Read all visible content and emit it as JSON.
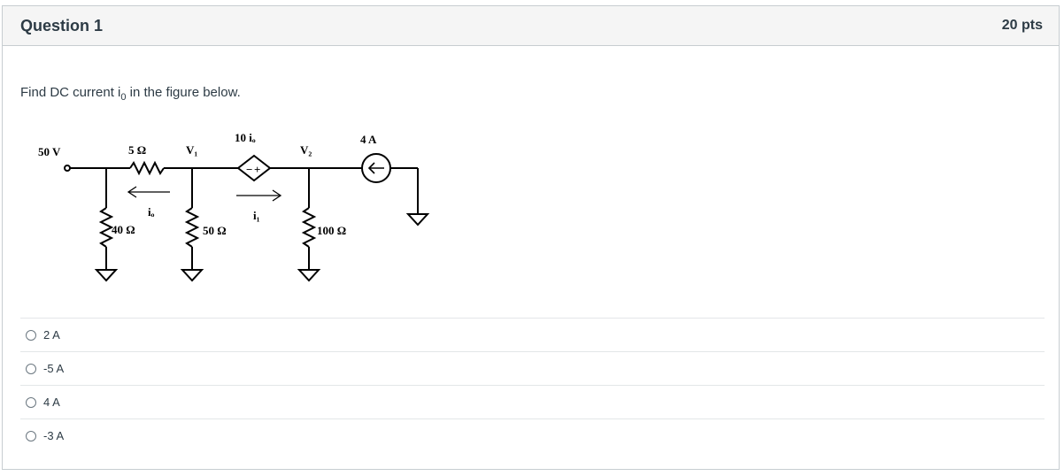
{
  "question": {
    "title": "Question 1",
    "points": "20 pts",
    "prompt_before": "Find DC current i",
    "prompt_sub": "0",
    "prompt_after": " in the figure below."
  },
  "circuit": {
    "source_label": "50 V",
    "r1_label": "5 Ω",
    "v1_label": "V₁",
    "dep_source_label": "10 iₒ",
    "v2_label": "V₂",
    "current_source_label": "4 A",
    "io_label": "iₒ",
    "i1_label": "i₁",
    "r2_label": "40 Ω",
    "r3_label": "50 Ω",
    "r4_label": "100 Ω"
  },
  "answers": [
    {
      "label": "2 A"
    },
    {
      "label": "-5 A"
    },
    {
      "label": "4 A"
    },
    {
      "label": "-3 A"
    }
  ]
}
